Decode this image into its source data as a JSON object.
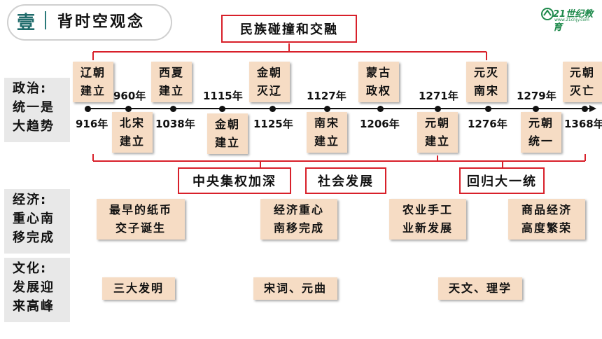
{
  "header": {
    "number": "壹",
    "title": "背时空观念"
  },
  "logo": {
    "brand": "21世纪教育",
    "sub": "www.21cnjy.com"
  },
  "top_box": "民族碰撞和交融",
  "side_labels": [
    {
      "lines": [
        "政治:",
        "统一是",
        "大趋势"
      ]
    },
    {
      "lines": [
        "经济:",
        "重心南",
        "移完成"
      ]
    },
    {
      "lines": [
        "文化:",
        "发展迎",
        "来高峰"
      ]
    }
  ],
  "timeline": {
    "top_events": [
      "辽朝\n建立",
      "西夏\n建立",
      "金朝\n灭辽",
      "蒙古\n政权",
      "元灭\n南宋",
      "元朝\n灭亡"
    ],
    "bottom_events": [
      "北宋\n建立",
      "金朝\n建立",
      "南宋\n建立",
      "元朝\n建立",
      "元朝\n统一"
    ],
    "years_above": [
      "960年",
      "1115年",
      "1127年",
      "1271年",
      "1279年"
    ],
    "years_below": [
      "916年",
      "1038年",
      "1125年",
      "1206年",
      "1276年",
      "1368年"
    ]
  },
  "middle_boxes": [
    "中央集权加深",
    "社会发展",
    "回归大一统"
  ],
  "economy": [
    "最早的纸币\n交子诞生",
    "经济重心\n南移完成",
    "农业手工\n业新发展",
    "商品经济\n高度繁荣"
  ],
  "culture": [
    "三大发明",
    "宋词、元曲",
    "天文、理学"
  ]
}
